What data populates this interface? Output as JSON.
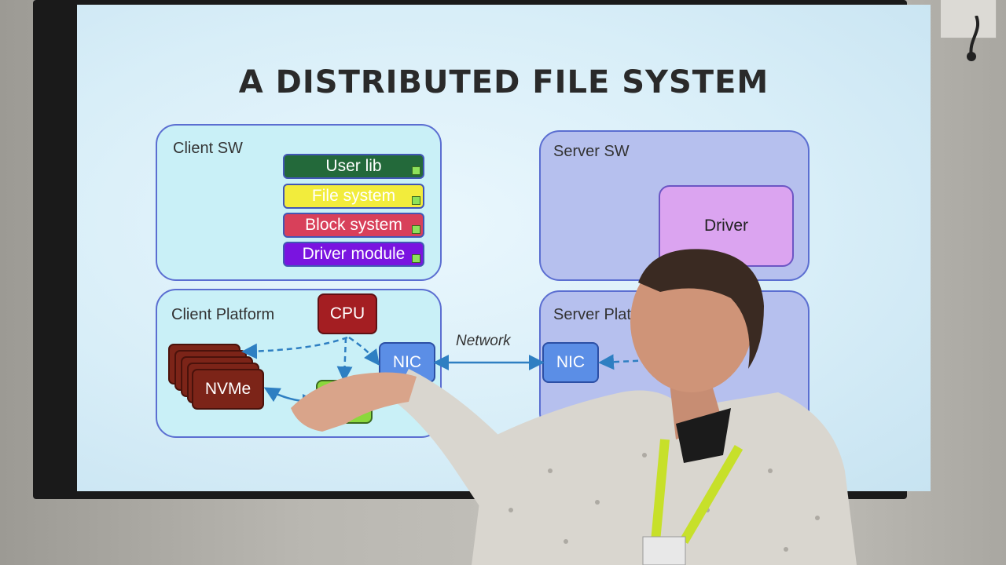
{
  "slide": {
    "title": "A DISTRIBUTED FILE SYSTEM",
    "client_sw": {
      "label": "Client SW",
      "stack": [
        {
          "label": "User lib",
          "color": "#23693a"
        },
        {
          "label": "File system",
          "color": "#f2ec3c"
        },
        {
          "label": "Block system",
          "color": "#d8405a"
        },
        {
          "label": "Driver module",
          "color": "#7a14e0"
        }
      ]
    },
    "client_platform": {
      "label": "Client Platform",
      "cpu": "CPU",
      "nic": "NIC",
      "nvme": "NVMe"
    },
    "server_sw": {
      "label": "Server SW",
      "driver": "Driver"
    },
    "server_platform": {
      "label": "Server Platform",
      "nic": "NIC"
    },
    "network_label": "Network"
  }
}
